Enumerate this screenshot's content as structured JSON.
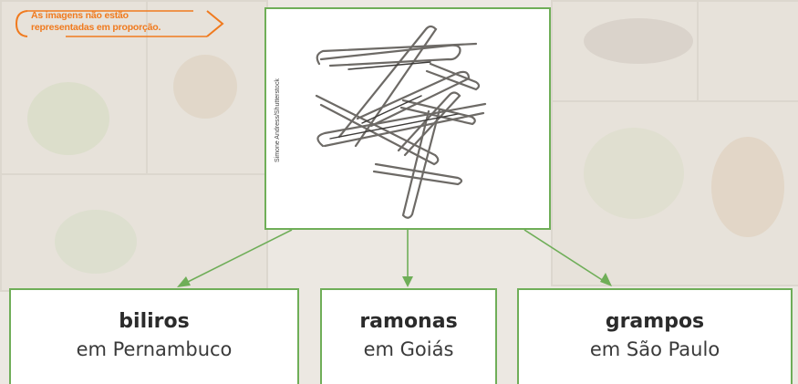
{
  "note": {
    "line1": "As imagens não estão",
    "line2": "representadas em proporção."
  },
  "photo": {
    "credit": "Simone Andress/Shutterstock",
    "subject": "hairpins-icon"
  },
  "terms": [
    {
      "word": "biliros",
      "place": "em Pernambuco"
    },
    {
      "word": "ramonas",
      "place": "em Goiás"
    },
    {
      "word": "grampos",
      "place": "em São Paulo"
    }
  ],
  "colors": {
    "frame": "#6fae58",
    "note": "#f07a1e",
    "text": "#2b2b2b"
  }
}
